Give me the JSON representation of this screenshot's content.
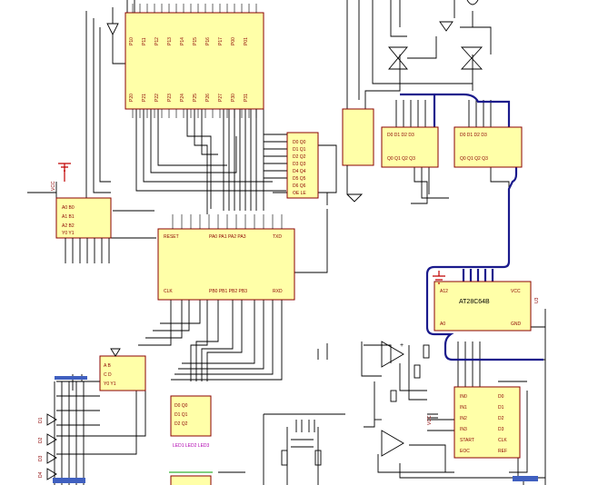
{
  "schematic": {
    "chips": {
      "u1_label": "AT28C64B",
      "u2_label": "VCC",
      "u3_label": "U3",
      "u4_label": "VCC"
    }
  }
}
